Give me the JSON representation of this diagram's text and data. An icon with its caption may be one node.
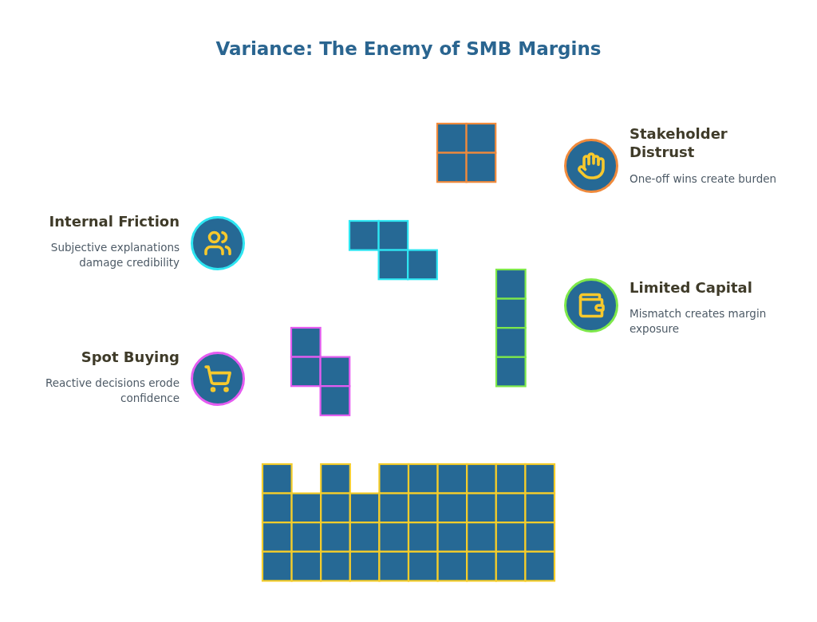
{
  "diagram": {
    "title": "Variance: The Enemy of SMB Margins",
    "nodes": [
      {
        "text": [
          "Stakeholder Distrust",
          "One-off wins create burden"
        ]
      },
      {
        "text": [
          "Internal Friction",
          "Subjective explanations damage credibility"
        ]
      },
      {
        "text": [
          "Limited Capital",
          "Mismatch creates margin exposure"
        ]
      },
      {
        "text": [
          "Spot Buying",
          "Reactive decisions erode confidence"
        ]
      }
    ]
  }
}
